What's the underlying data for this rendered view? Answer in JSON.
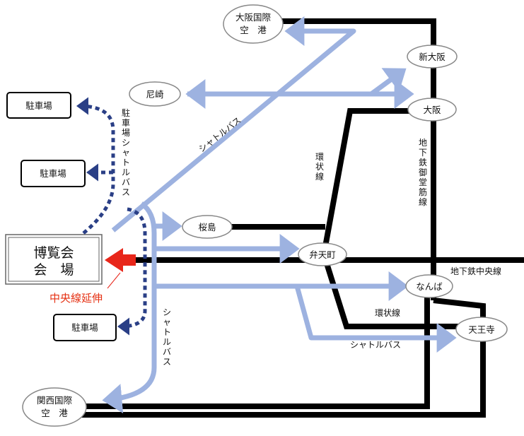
{
  "colors": {
    "rail": "#000000",
    "shuttle": "#9db2e0",
    "parking_bus": "#2a3f86",
    "extension": "#e8261a",
    "extension_text": "#e53012"
  },
  "stations": {
    "kix_airport": {
      "line1": "大阪国際",
      "line2": "空　港"
    },
    "shin_osaka": "新大阪",
    "amagasaki": "尼崎",
    "osaka": "大阪",
    "sakurajima": "桜島",
    "bentencho": "弁天町",
    "namba": "なんば",
    "tennoji": "天王寺",
    "kansai_airport": {
      "line1": "関西国際",
      "line2": "空　港"
    }
  },
  "venue": {
    "line1": "博覧会",
    "line2": "会　場"
  },
  "parking": [
    "駐車場",
    "駐車場",
    "駐車場"
  ],
  "labels": {
    "shuttle_top": "シャトルバス",
    "shuttle_bottom_vertical": "シャトルバス",
    "shuttle_bottom": "シャトルバス",
    "parking_shuttle_vertical": "駐車場シャトルバス",
    "loop_line_upper": "環状線",
    "loop_line_lower": "環状線",
    "midosuji_line": "地下鉄御堂筋線",
    "chuo_line": "地下鉄中央線",
    "chuo_extension": "中央線延伸"
  }
}
